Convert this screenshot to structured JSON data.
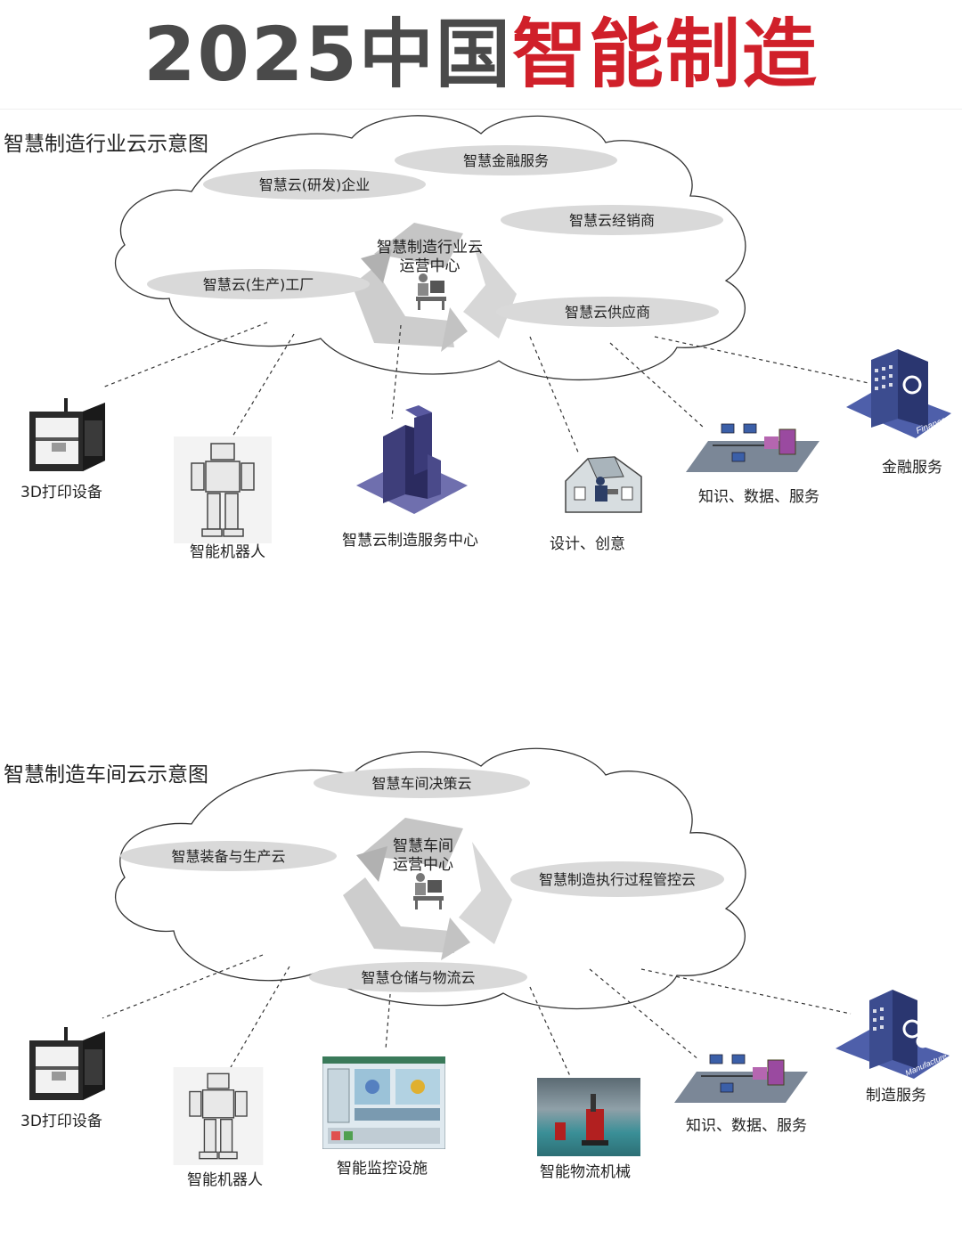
{
  "header": {
    "title_part1": "2025中国",
    "title_part2": "智能制造",
    "colors": {
      "dark": "#4a4a4a",
      "red": "#d0202a"
    }
  },
  "section1": {
    "title": "智慧制造行业云示意图",
    "cloud_items": [
      "智慧金融服务",
      "智慧云(研发)企业",
      "智慧云经销商",
      "智慧云(生产)工厂",
      "智慧云供应商"
    ],
    "center": {
      "line1": "智慧制造行业云",
      "line2": "运营中心"
    },
    "endpoints": [
      {
        "label": "3D打印设备",
        "icon": "3d-printer-icon"
      },
      {
        "label": "智能机器人",
        "icon": "robot-icon"
      },
      {
        "label": "智慧云制造服务中心",
        "icon": "building-icon"
      },
      {
        "label": "设计、创意",
        "icon": "house-icon"
      },
      {
        "label": "知识、数据、服务",
        "icon": "network-icon"
      },
      {
        "label": "金融服务",
        "icon": "finance-building-icon",
        "sign": "Finance"
      }
    ]
  },
  "section2": {
    "title": "智慧制造车间云示意图",
    "cloud_items": [
      "智慧车间决策云",
      "智慧装备与生产云",
      "智慧制造执行过程管控云",
      "智慧仓储与物流云"
    ],
    "center": {
      "line1": "智慧车间",
      "line2": "运营中心"
    },
    "endpoints": [
      {
        "label": "3D打印设备",
        "icon": "3d-printer-icon"
      },
      {
        "label": "智能机器人",
        "icon": "robot-icon"
      },
      {
        "label": "智能监控设施",
        "icon": "monitor-screen-icon"
      },
      {
        "label": "智能物流机械",
        "icon": "forklift-photo-icon"
      },
      {
        "label": "知识、数据、服务",
        "icon": "network-icon"
      },
      {
        "label": "制造服务",
        "icon": "manufacture-building-icon",
        "sign": "Manufacture"
      }
    ]
  }
}
